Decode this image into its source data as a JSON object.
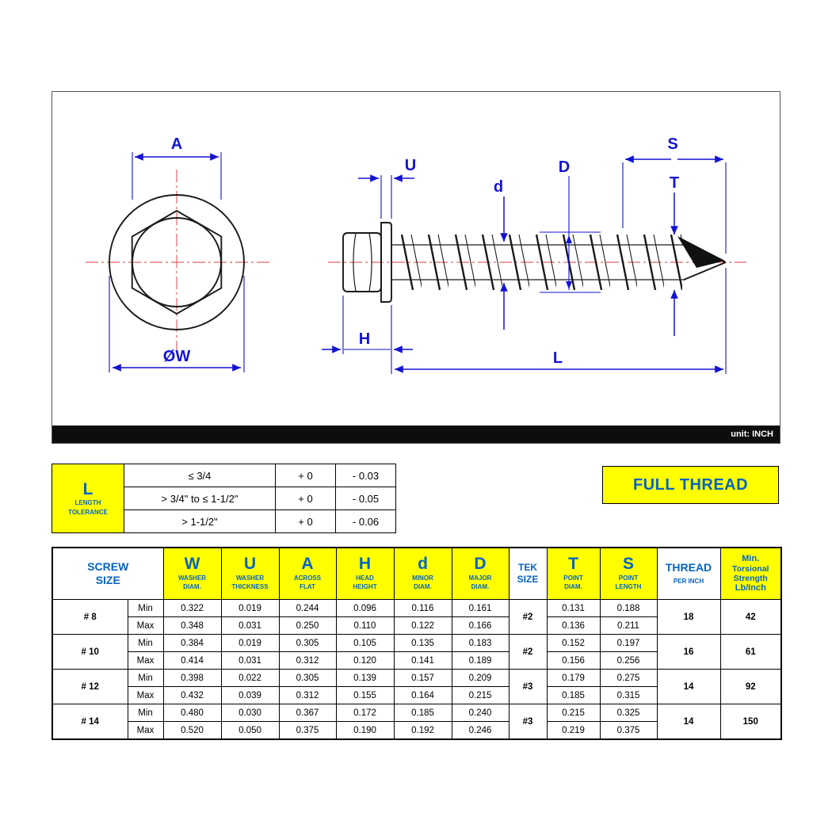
{
  "drawing": {
    "unit_label": "unit: INCH",
    "dims": {
      "across_flat": "A",
      "washer_diameter": "ØW",
      "washer_thickness": "U",
      "minor_diameter": "d",
      "major_diameter": "D",
      "point_length": "S",
      "point_diameter": "T",
      "head_height": "H",
      "length": "L"
    },
    "colors": {
      "dimension_blue": "#1313D2",
      "centerline_red": "#E06666",
      "outline_black": "#1a1a1a",
      "unit_bar_black": "#0d0d0d"
    }
  },
  "tolerance": {
    "letter": "L",
    "label_line1": "LENGTH",
    "label_line2": "TOLERANCE",
    "rows": [
      {
        "cond": "≤ 3/4",
        "plus": "+ 0",
        "minus": "- 0.03"
      },
      {
        "cond": "> 3/4\" to ≤ 1-1/2\"",
        "plus": "+ 0",
        "minus": "- 0.05"
      },
      {
        "cond": "> 1-1/2\"",
        "plus": "+ 0",
        "minus": "- 0.06"
      }
    ]
  },
  "full_thread_label": "FULL THREAD",
  "table": {
    "headers": {
      "screw": {
        "line1": "SCREW",
        "line2": "SIZE"
      },
      "w": {
        "sym": "W",
        "sub": "WASHER\nDIAM."
      },
      "u": {
        "sym": "U",
        "sub": "WASHER\nTHICKNESS"
      },
      "a": {
        "sym": "A",
        "sub": "ACROSS\nFLAT"
      },
      "h": {
        "sym": "H",
        "sub": "HEAD\nHEIGHT"
      },
      "d_minor": {
        "sym": "d",
        "sub": "MINOR\nDIAM."
      },
      "d_major": {
        "sym": "D",
        "sub": "MAJOR\nDIAM."
      },
      "tek": {
        "line1": "TEK",
        "line2": "SIZE"
      },
      "t": {
        "sym": "T",
        "sub": "POINT\nDIAM."
      },
      "s": {
        "sym": "S",
        "sub": "POINT\nLENGTH"
      },
      "thread": {
        "line1": "THREAD",
        "line2": "PER INCH"
      },
      "torsion": {
        "line1": "Min.",
        "line2": "Torsional Strength",
        "line3": "Lb/Inch"
      }
    },
    "minmax_labels": {
      "min": "Min",
      "max": "Max"
    },
    "rows": [
      {
        "size": "# 8",
        "tek": "#2",
        "thread": "18",
        "torsion": "42",
        "min": {
          "w": "0.322",
          "u": "0.019",
          "a": "0.244",
          "h": "0.096",
          "dm": "0.116",
          "dM": "0.161",
          "t": "0.131",
          "s": "0.188"
        },
        "max": {
          "w": "0.348",
          "u": "0.031",
          "a": "0.250",
          "h": "0.110",
          "dm": "0.122",
          "dM": "0.166",
          "t": "0.136",
          "s": "0.211"
        }
      },
      {
        "size": "# 10",
        "tek": "#2",
        "thread": "16",
        "torsion": "61",
        "min": {
          "w": "0.384",
          "u": "0.019",
          "a": "0.305",
          "h": "0.105",
          "dm": "0.135",
          "dM": "0.183",
          "t": "0.152",
          "s": "0.197"
        },
        "max": {
          "w": "0.414",
          "u": "0.031",
          "a": "0.312",
          "h": "0.120",
          "dm": "0.141",
          "dM": "0.189",
          "t": "0.156",
          "s": "0.256"
        }
      },
      {
        "size": "# 12",
        "tek": "#3",
        "thread": "14",
        "torsion": "92",
        "min": {
          "w": "0.398",
          "u": "0.022",
          "a": "0.305",
          "h": "0.139",
          "dm": "0.157",
          "dM": "0.209",
          "t": "0.179",
          "s": "0.275"
        },
        "max": {
          "w": "0.432",
          "u": "0.039",
          "a": "0.312",
          "h": "0.155",
          "dm": "0.164",
          "dM": "0.215",
          "t": "0.185",
          "s": "0.315"
        }
      },
      {
        "size": "# 14",
        "tek": "#3",
        "thread": "14",
        "torsion": "150",
        "min": {
          "w": "0.480",
          "u": "0.030",
          "a": "0.367",
          "h": "0.172",
          "dm": "0.185",
          "dM": "0.240",
          "t": "0.215",
          "s": "0.325"
        },
        "max": {
          "w": "0.520",
          "u": "0.050",
          "a": "0.375",
          "h": "0.190",
          "dm": "0.192",
          "dM": "0.246",
          "t": "0.219",
          "s": "0.375"
        }
      }
    ]
  }
}
